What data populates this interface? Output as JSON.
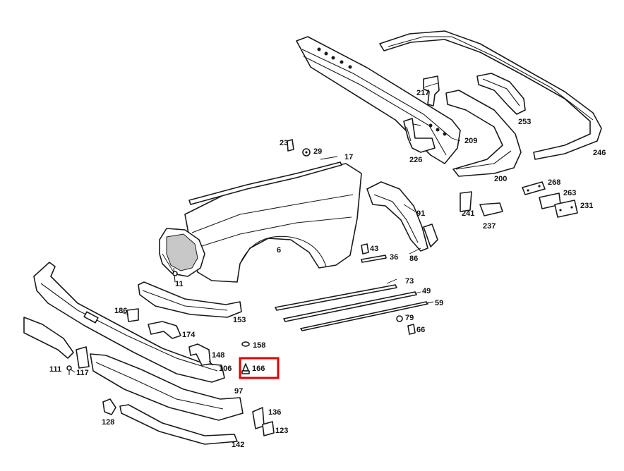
{
  "labels": {
    "p17": "17",
    "p23": "23",
    "p29": "29",
    "p6": "6",
    "p11": "11",
    "p91": "91",
    "p43": "43",
    "p36": "36",
    "p86": "86",
    "p217": "217",
    "p209": "209",
    "p226": "226",
    "p253": "253",
    "p200": "200",
    "p246": "246",
    "p268": "268",
    "p263": "263",
    "p241": "241",
    "p231": "231",
    "p237": "237",
    "p73": "73",
    "p49": "49",
    "p59": "59",
    "p79": "79",
    "p66": "66",
    "p186": "186",
    "p153": "153",
    "p174": "174",
    "p158": "158",
    "p148": "148",
    "p106": "106",
    "p166": "166",
    "p111": "111",
    "p117": "117",
    "p97": "97",
    "p128": "128",
    "p136": "136",
    "p123": "123",
    "p142": "142"
  },
  "highlight": {
    "part": "166",
    "color": "#e00000"
  }
}
